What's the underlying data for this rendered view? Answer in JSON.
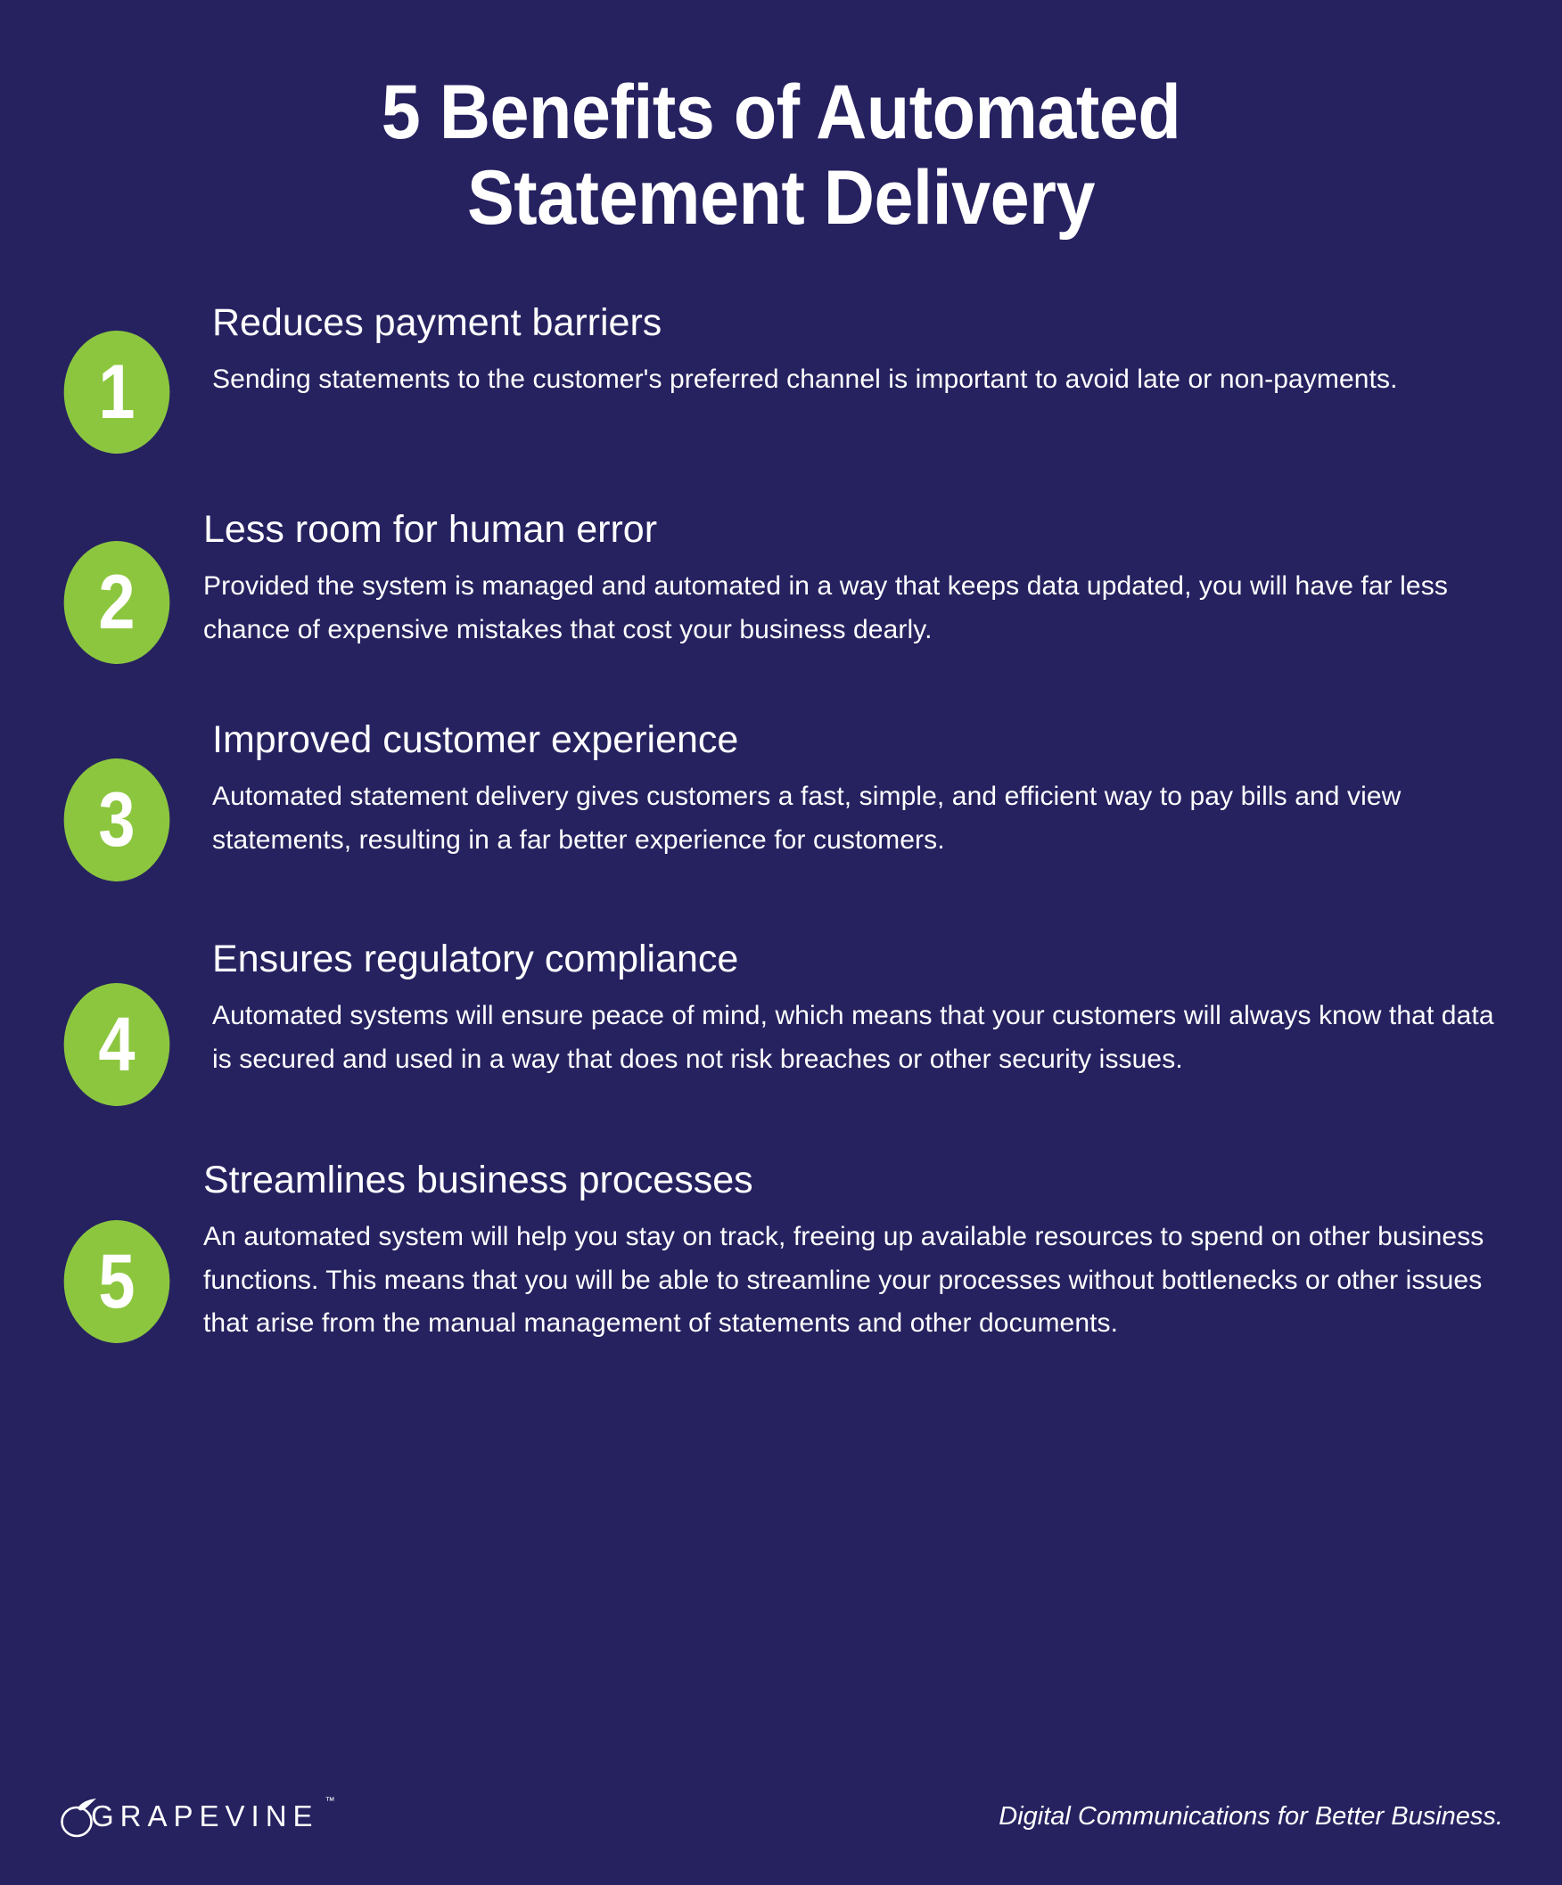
{
  "colors": {
    "background_navy": "#262260",
    "badge_green": "#8CC63F",
    "text_white": "#FFFFFF"
  },
  "title": {
    "line1": "5 Benefits of Automated",
    "line2": "Statement Delivery"
  },
  "benefits": [
    {
      "number": "1",
      "heading": "Reduces payment barriers",
      "text": "Sending statements to the customer's preferred channel is important to avoid late or non-payments."
    },
    {
      "number": "2",
      "heading": "Less room for human error",
      "text": "Provided the system is managed and automated in a way that keeps data updated, you will have far less chance of expensive mistakes that cost your business dearly."
    },
    {
      "number": "3",
      "heading": "Improved customer experience",
      "text": "Automated statement delivery gives customers a fast, simple, and efficient way to pay bills and view statements, resulting in a far better experience for customers."
    },
    {
      "number": "4",
      "heading": "Ensures regulatory compliance",
      "text": "Automated systems will ensure peace of mind, which means that your customers will always know that data is secured and used in a way that does not risk breaches or other security issues."
    },
    {
      "number": "5",
      "heading": "Streamlines business processes",
      "text": "An automated system will help you stay on track, freeing up available resources to spend on other business functions. This means that you will be able to streamline your processes without bottlenecks or other issues that arise from the manual management of statements and other documents."
    }
  ],
  "footer": {
    "logo_icon": "grape-leaf-icon",
    "logo_word": "GRAPEVINE",
    "logo_trademark": "™",
    "tagline": "Digital Communications for Better Business."
  }
}
